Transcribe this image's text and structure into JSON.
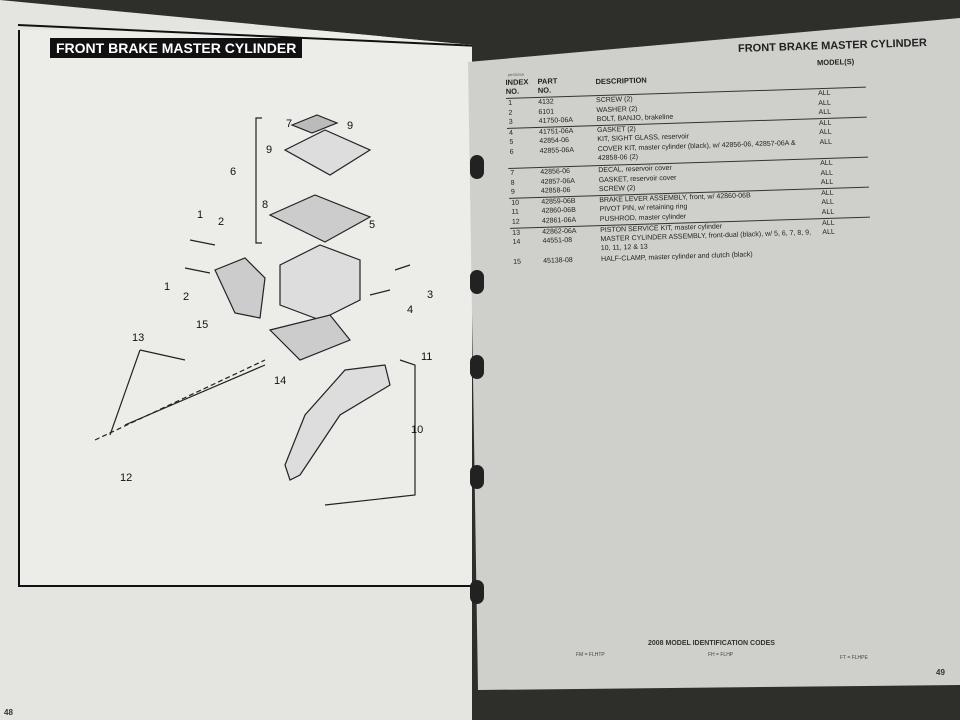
{
  "left_page": {
    "title": "FRONT BRAKE MASTER CYLINDER",
    "page_number": "48",
    "callouts": [
      "7",
      "9",
      "6",
      "9",
      "8",
      "1",
      "2",
      "5",
      "1",
      "2",
      "3",
      "4",
      "15",
      "13",
      "14",
      "11",
      "10",
      "12"
    ]
  },
  "right_page": {
    "title": "FRONT BRAKE MASTER CYLINDER",
    "code": "ptr00259",
    "page_number": "49",
    "headers": {
      "index": "INDEX NO.",
      "part": "PART NO.",
      "description": "DESCRIPTION",
      "models": "MODEL(S)"
    },
    "rows": [
      {
        "index": "1",
        "part": "4132",
        "description": "SCREW (2)",
        "models": "ALL"
      },
      {
        "index": "2",
        "part": "6101",
        "description": "WASHER (2)",
        "models": "ALL"
      },
      {
        "index": "3",
        "part": "41750-06A",
        "description": "BOLT, BANJO, brakeline",
        "models": "ALL"
      },
      {
        "index": "4",
        "part": "41751-06A",
        "description": "GASKET (2)",
        "models": "ALL"
      },
      {
        "index": "5",
        "part": "42854-06",
        "description": "KIT, SIGHT GLASS, reservoir",
        "models": "ALL"
      },
      {
        "index": "6",
        "part": "42855-06A",
        "description": "COVER KIT, master cylinder (black), w/ 42856-06, 42857-06A & 42858-06 (2)",
        "models": "ALL"
      },
      {
        "index": "7",
        "part": "42856-06",
        "description": "DECAL, reservoir cover",
        "models": "ALL"
      },
      {
        "index": "8",
        "part": "42857-06A",
        "description": "GASKET, reservoir cover",
        "models": "ALL"
      },
      {
        "index": "9",
        "part": "42858-06",
        "description": "SCREW (2)",
        "models": "ALL"
      },
      {
        "index": "10",
        "part": "42859-06B",
        "description": "BRAKE LEVER ASSEMBLY, front, w/ 42860-06B",
        "models": "ALL"
      },
      {
        "index": "11",
        "part": "42860-06B",
        "description": "PIVOT PIN, w/ retaining ring",
        "models": "ALL"
      },
      {
        "index": "12",
        "part": "42861-06A",
        "description": "PUSHROD, master cylinder",
        "models": "ALL"
      },
      {
        "index": "13",
        "part": "42862-06A",
        "description": "PISTON SERVICE KIT, master cylinder",
        "models": "ALL"
      },
      {
        "index": "14",
        "part": "44551-08",
        "description": "MASTER CYLINDER ASSEMBLY, front-dual (black), w/ 5, 6, 7, 8, 9, 10, 11, 12 & 13",
        "models": "ALL"
      },
      {
        "index": "15",
        "part": "45138-08",
        "description": "HALF-CLAMP, master cylinder and clutch (black)",
        "models": ""
      }
    ],
    "footer": {
      "heading": "2008 MODEL IDENTIFICATION CODES",
      "codes": [
        "FM = FLHTP",
        "FH = FLHP",
        "FT = FLHPE"
      ]
    }
  }
}
